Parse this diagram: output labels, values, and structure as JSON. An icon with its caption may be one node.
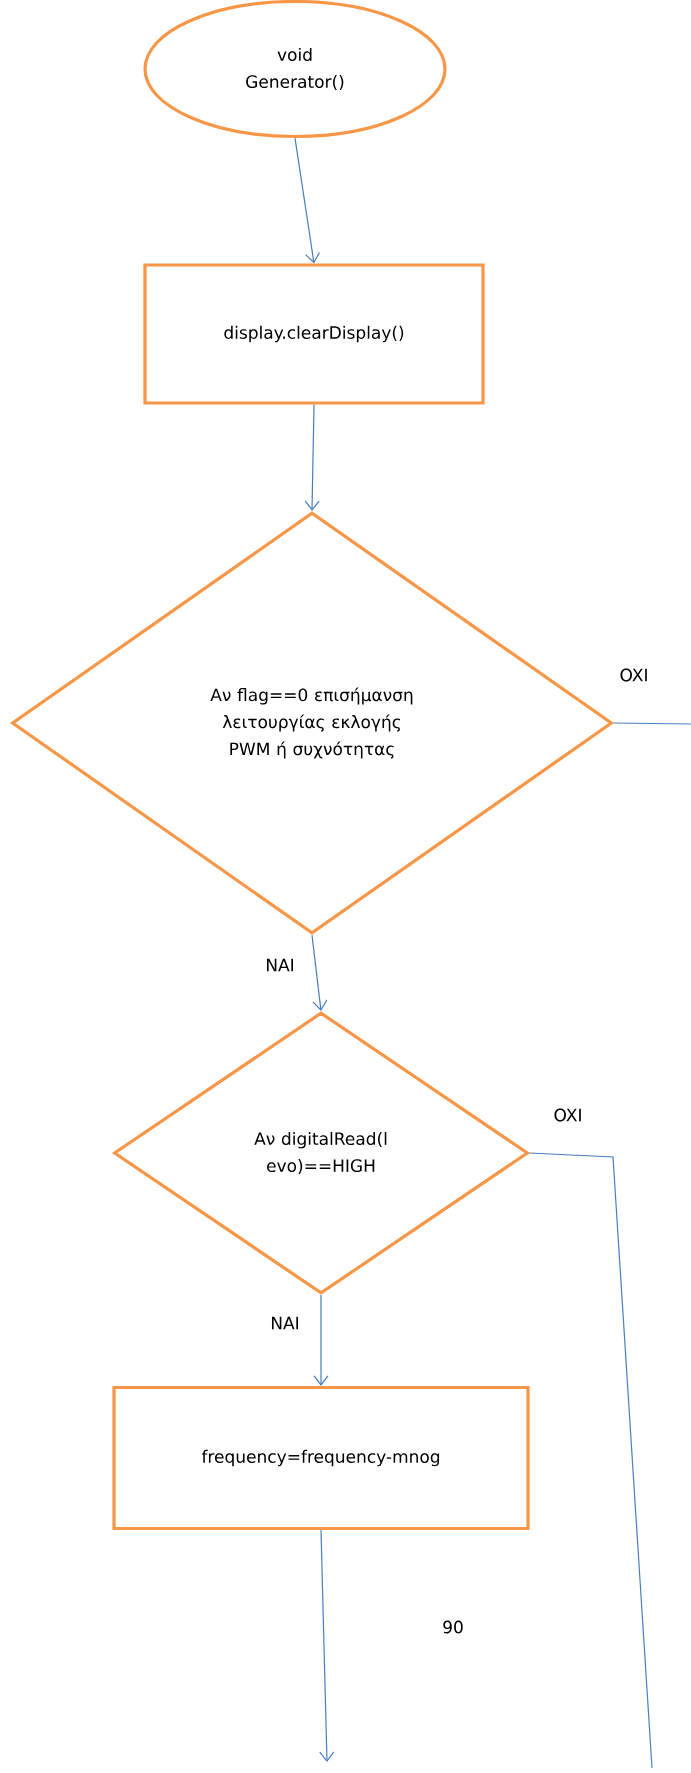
{
  "diagram": {
    "nodes": [
      {
        "text": [
          "void Generator()"
        ]
      },
      {
        "text": [
          "display.clearDisplay()"
        ]
      },
      {
        "text": [
          "Αν flag==0 επισήμανση λειτουργίας εκλογής PWM ή συχνότητας"
        ]
      },
      {
        "text": [
          "Αν digitalRead(l evo)==HIGH"
        ]
      },
      {
        "text": [
          "frequency=frequency-mnog"
        ]
      }
    ],
    "edges": [
      {
        "from": 0,
        "to": 1,
        "arrow": "to"
      },
      {
        "from": 1,
        "to": 2,
        "arrow": "to"
      },
      {
        "from": 2,
        "to": null,
        "arrow": "none",
        "label": "OXI"
      },
      {
        "from": 2,
        "to": 3,
        "arrow": "to",
        "label": "NAI"
      },
      {
        "from": 3,
        "to": null,
        "arrow": "none",
        "label": "OXI"
      },
      {
        "from": 3,
        "to": 4,
        "arrow": "to",
        "label": "NAI"
      },
      {
        "from": 4,
        "to": null,
        "arrow": "to"
      }
    ],
    "labels": [
      "90"
    ]
  }
}
